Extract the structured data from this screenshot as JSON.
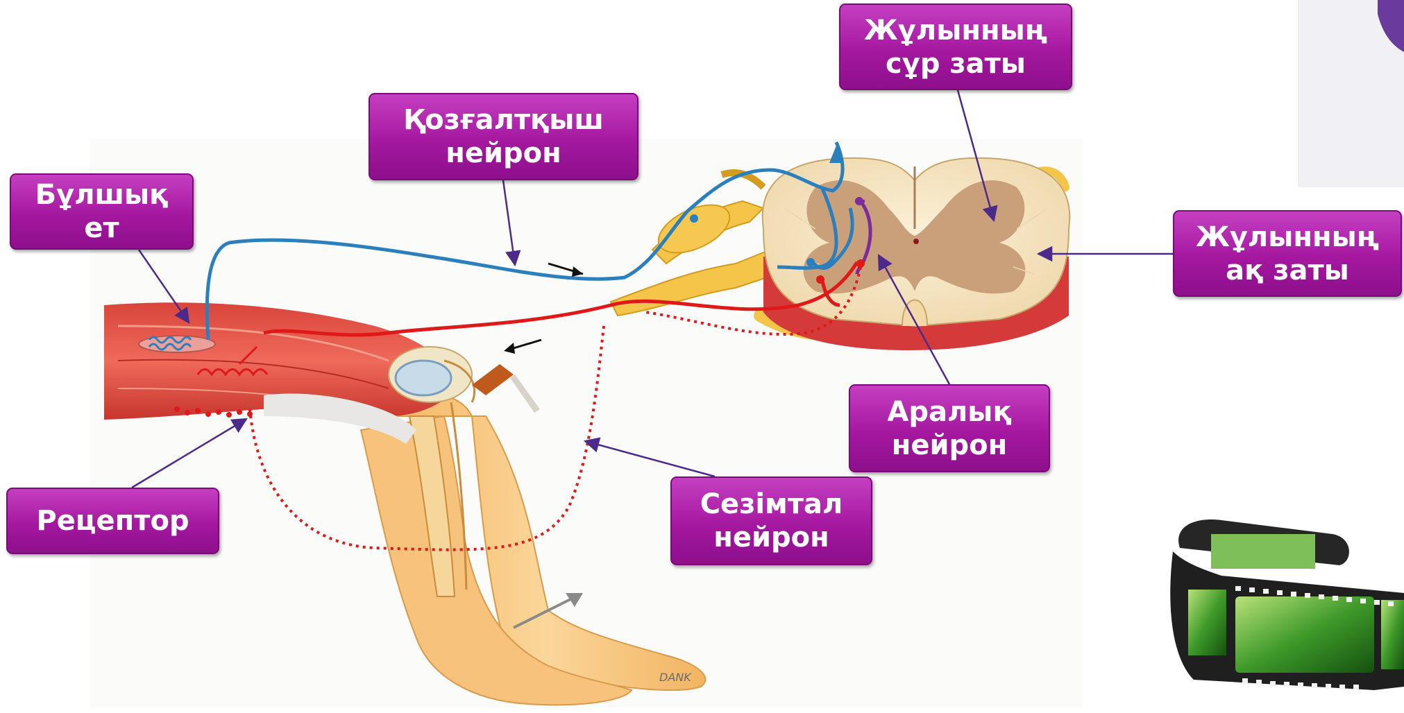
{
  "labels": {
    "grey_matter": {
      "line1": "Жұлынның",
      "line2": "сұр заты"
    },
    "motor_neuron": {
      "line1": "Қозғалтқыш",
      "line2": "нейрон"
    },
    "muscle": {
      "line1": "Бұлшық",
      "line2": "ет"
    },
    "white_matter": {
      "line1": "Жұлынның",
      "line2": "ақ заты"
    },
    "interneuron": {
      "line1": "Аралық",
      "line2": "нейрон"
    },
    "receptor": {
      "line1": "Рецептор"
    },
    "sensory_neuron": {
      "line1": "Сезімтал",
      "line2": "нейрон"
    }
  },
  "artist_signature": "DANK",
  "colors": {
    "label_fill": "#a4189f",
    "label_text": "#ffffff",
    "pointer_line": "#4b2a8c",
    "motor_pathway": "#2a7fbf",
    "sensory_pathway": "#e01818",
    "interneuron_pathway": "#7d2a9c",
    "muscle": "#e0443a",
    "skin": "#f7c98a",
    "spinal_grey": "#c9a07a",
    "spinal_white": "#f5e3c0"
  }
}
